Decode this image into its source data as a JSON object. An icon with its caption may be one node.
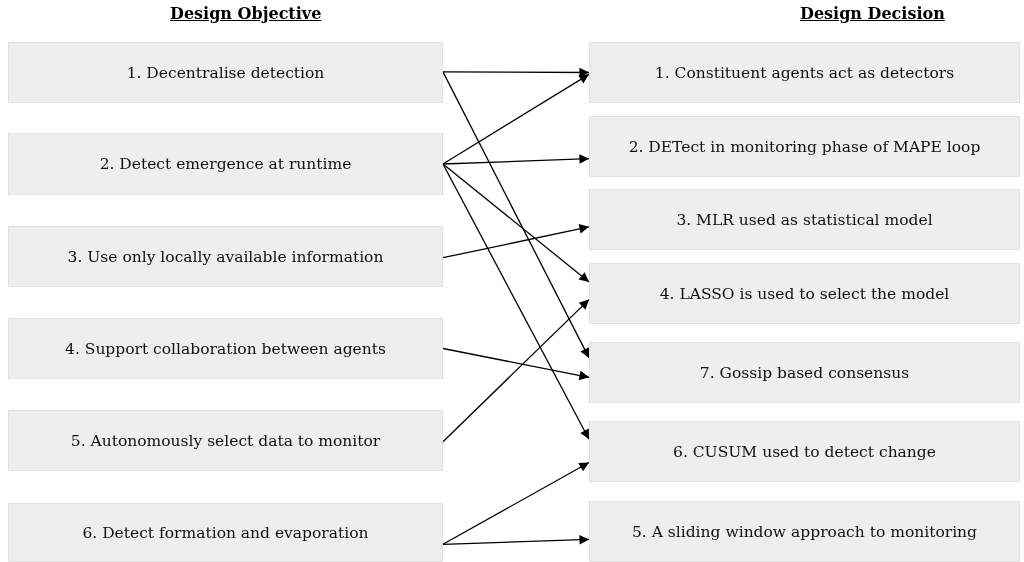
{
  "diagram": {
    "nodes": [
      {
        "text": [
          "1. Decentralise detection"
        ]
      },
      {
        "text": [
          "2. Detect emergence at runtime"
        ]
      },
      {
        "text": [
          "3. Use only locally available information"
        ]
      },
      {
        "text": [
          "4. Support collaboration between agents"
        ]
      },
      {
        "text": [
          "5. Autonomously select data to monitor"
        ]
      },
      {
        "text": [
          "6. Detect formation and evaporation"
        ]
      },
      {
        "text": [
          "1. Constituent agents act as detectors"
        ]
      },
      {
        "text": [
          "2. DETect in monitoring phase of MAPE loop"
        ]
      },
      {
        "text": [
          "3. MLR used as statistical model"
        ]
      },
      {
        "text": [
          "4. LASSO is used to select the model"
        ]
      },
      {
        "text": [
          "7. Gossip based consensus"
        ]
      },
      {
        "text": [
          "6. CUSUM used to detect change"
        ]
      },
      {
        "text": [
          "5. A sliding window approach to monitoring"
        ]
      }
    ],
    "edges": [
      {
        "from": 0,
        "to": 6,
        "arrow": "to"
      },
      {
        "from": 0,
        "to": 10,
        "arrow": "to"
      },
      {
        "from": 1,
        "to": 6,
        "arrow": "to"
      },
      {
        "from": 1,
        "to": 7,
        "arrow": "to"
      },
      {
        "from": 1,
        "to": 9,
        "arrow": "to"
      },
      {
        "from": 1,
        "to": 11,
        "arrow": "to"
      },
      {
        "from": 2,
        "to": 8,
        "arrow": "to"
      },
      {
        "from": 3,
        "to": 10,
        "arrow": "to"
      },
      {
        "from": 4,
        "to": 9,
        "arrow": "to"
      },
      {
        "from": 5,
        "to": 11,
        "arrow": "to"
      },
      {
        "from": 5,
        "to": 12,
        "arrow": "to"
      }
    ],
    "labels": [
      "Design Objective",
      "Design Decision"
    ]
  }
}
